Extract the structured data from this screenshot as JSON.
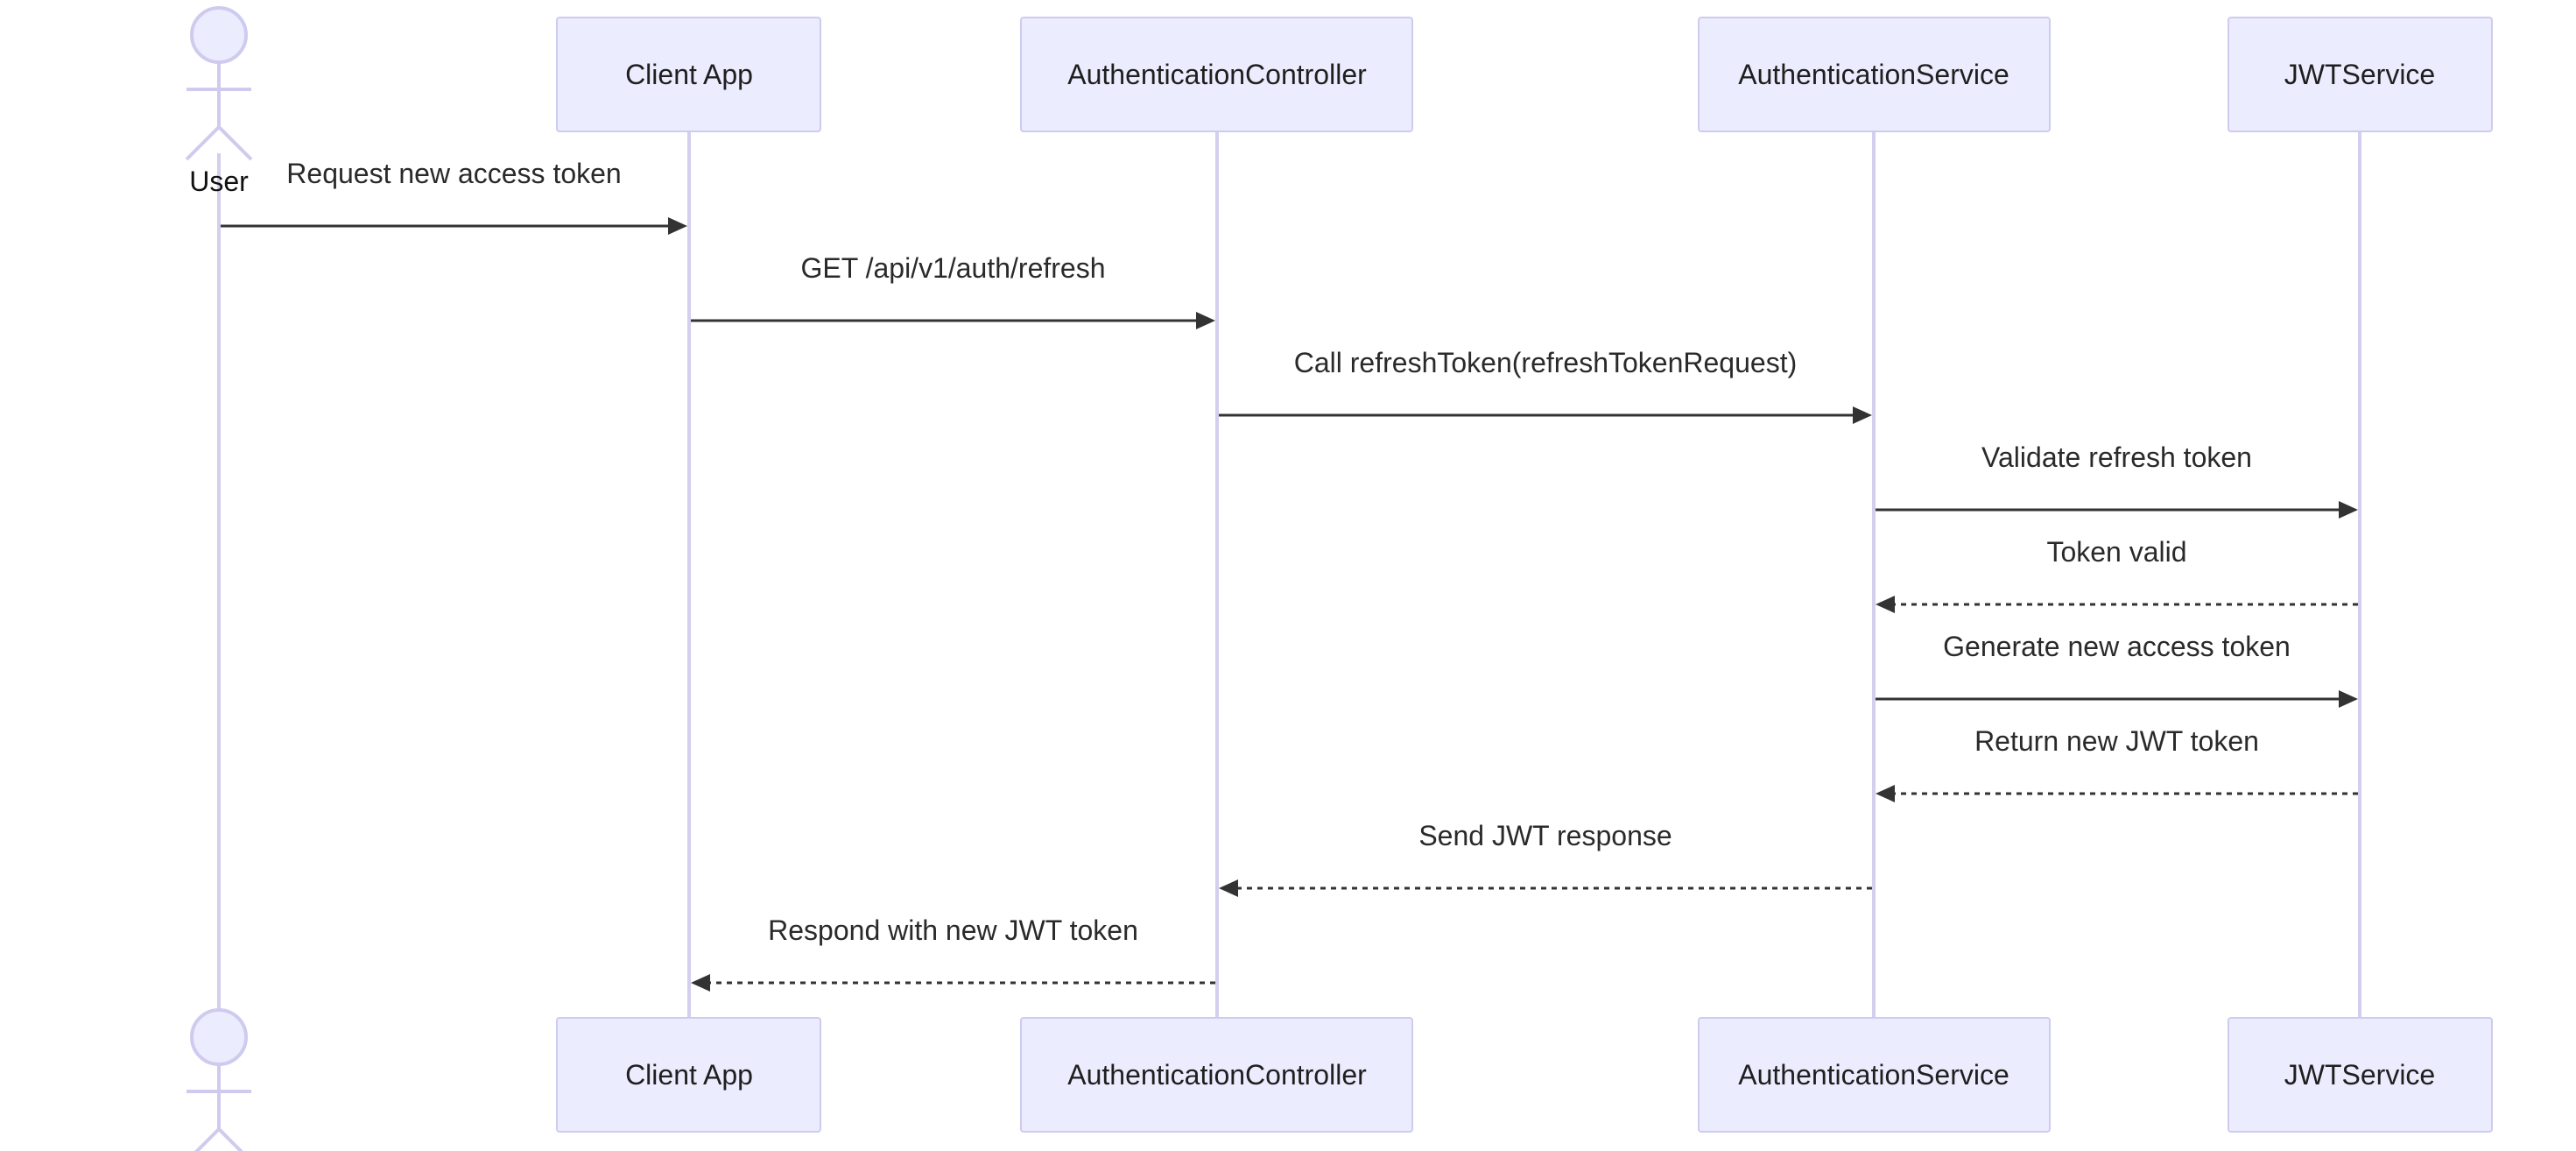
{
  "participants": [
    {
      "id": "user",
      "label": "User",
      "kind": "actor"
    },
    {
      "id": "client",
      "label": "Client App",
      "kind": "box"
    },
    {
      "id": "controller",
      "label": "AuthenticationController",
      "kind": "box"
    },
    {
      "id": "service",
      "label": "AuthenticationService",
      "kind": "box"
    },
    {
      "id": "jwt",
      "label": "JWTService",
      "kind": "box"
    }
  ],
  "messages": [
    {
      "from": "user",
      "to": "client",
      "label": "Request new access token",
      "style": "solid"
    },
    {
      "from": "client",
      "to": "controller",
      "label": "GET /api/v1/auth/refresh",
      "style": "solid"
    },
    {
      "from": "controller",
      "to": "service",
      "label": "Call refreshToken(refreshTokenRequest)",
      "style": "solid"
    },
    {
      "from": "service",
      "to": "jwt",
      "label": "Validate refresh token",
      "style": "solid"
    },
    {
      "from": "jwt",
      "to": "service",
      "label": "Token valid",
      "style": "dashed"
    },
    {
      "from": "service",
      "to": "jwt",
      "label": "Generate new access token",
      "style": "solid"
    },
    {
      "from": "jwt",
      "to": "service",
      "label": "Return new JWT token",
      "style": "dashed"
    },
    {
      "from": "service",
      "to": "controller",
      "label": "Send JWT response",
      "style": "dashed"
    },
    {
      "from": "controller",
      "to": "client",
      "label": "Respond with new JWT token",
      "style": "dashed"
    }
  ],
  "colors": {
    "participant_fill": "#ececff",
    "participant_stroke": "#cfcbef",
    "lifeline": "#d3cfee",
    "arrow": "#333333"
  }
}
